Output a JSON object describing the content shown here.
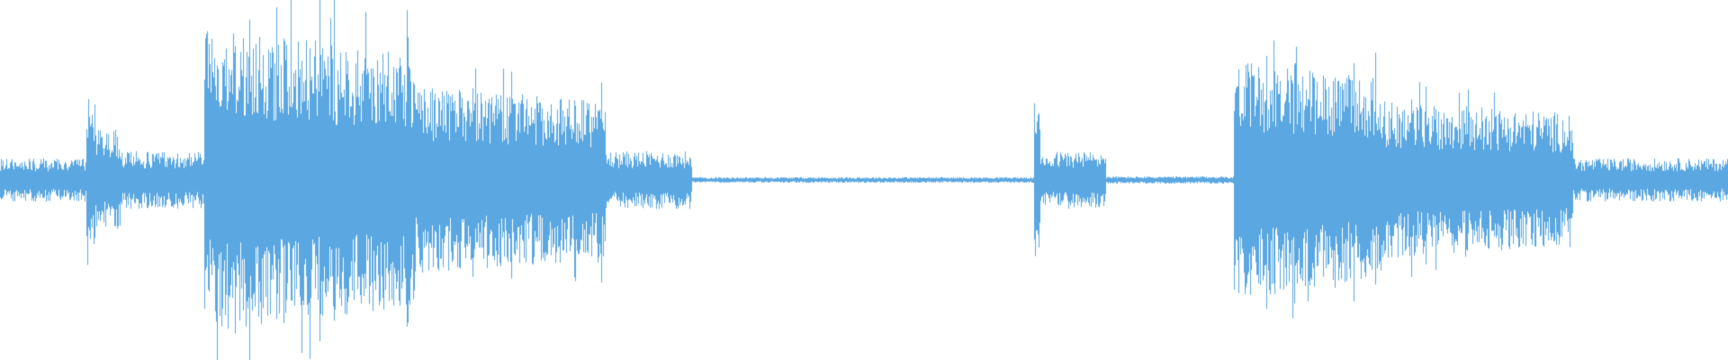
{
  "waveform": {
    "color": "#5aa7e2",
    "background": "#ffffff",
    "description_free": true,
    "segments": [
      {
        "start": 0.0,
        "end": 0.05,
        "amplitude": 0.06
      },
      {
        "start": 0.05,
        "end": 0.055,
        "amplitude": 0.26
      },
      {
        "start": 0.055,
        "end": 0.07,
        "amplitude": 0.14
      },
      {
        "start": 0.07,
        "end": 0.118,
        "amplitude": 0.08
      },
      {
        "start": 0.118,
        "end": 0.122,
        "amplitude": 0.45
      },
      {
        "start": 0.122,
        "end": 0.24,
        "amplitude": 0.42
      },
      {
        "start": 0.24,
        "end": 0.35,
        "amplitude": 0.26
      },
      {
        "start": 0.35,
        "end": 0.4,
        "amplitude": 0.08
      },
      {
        "start": 0.4,
        "end": 0.598,
        "amplitude": 0.008
      },
      {
        "start": 0.598,
        "end": 0.602,
        "amplitude": 0.22
      },
      {
        "start": 0.602,
        "end": 0.64,
        "amplitude": 0.08
      },
      {
        "start": 0.64,
        "end": 0.714,
        "amplitude": 0.01
      },
      {
        "start": 0.714,
        "end": 0.8,
        "amplitude": 0.33
      },
      {
        "start": 0.8,
        "end": 0.91,
        "amplitude": 0.22
      },
      {
        "start": 0.91,
        "end": 1.0,
        "amplitude": 0.06
      }
    ],
    "peaks": [
      {
        "pos": 0.052,
        "amplitude": 0.27
      },
      {
        "pos": 0.236,
        "amplitude": 0.72
      },
      {
        "pos": 0.207,
        "amplitude": 0.55
      },
      {
        "pos": 0.347,
        "amplitude": 0.24
      },
      {
        "pos": 0.6,
        "amplitude": 0.24
      },
      {
        "pos": 0.727,
        "amplitude": 0.42
      }
    ]
  }
}
